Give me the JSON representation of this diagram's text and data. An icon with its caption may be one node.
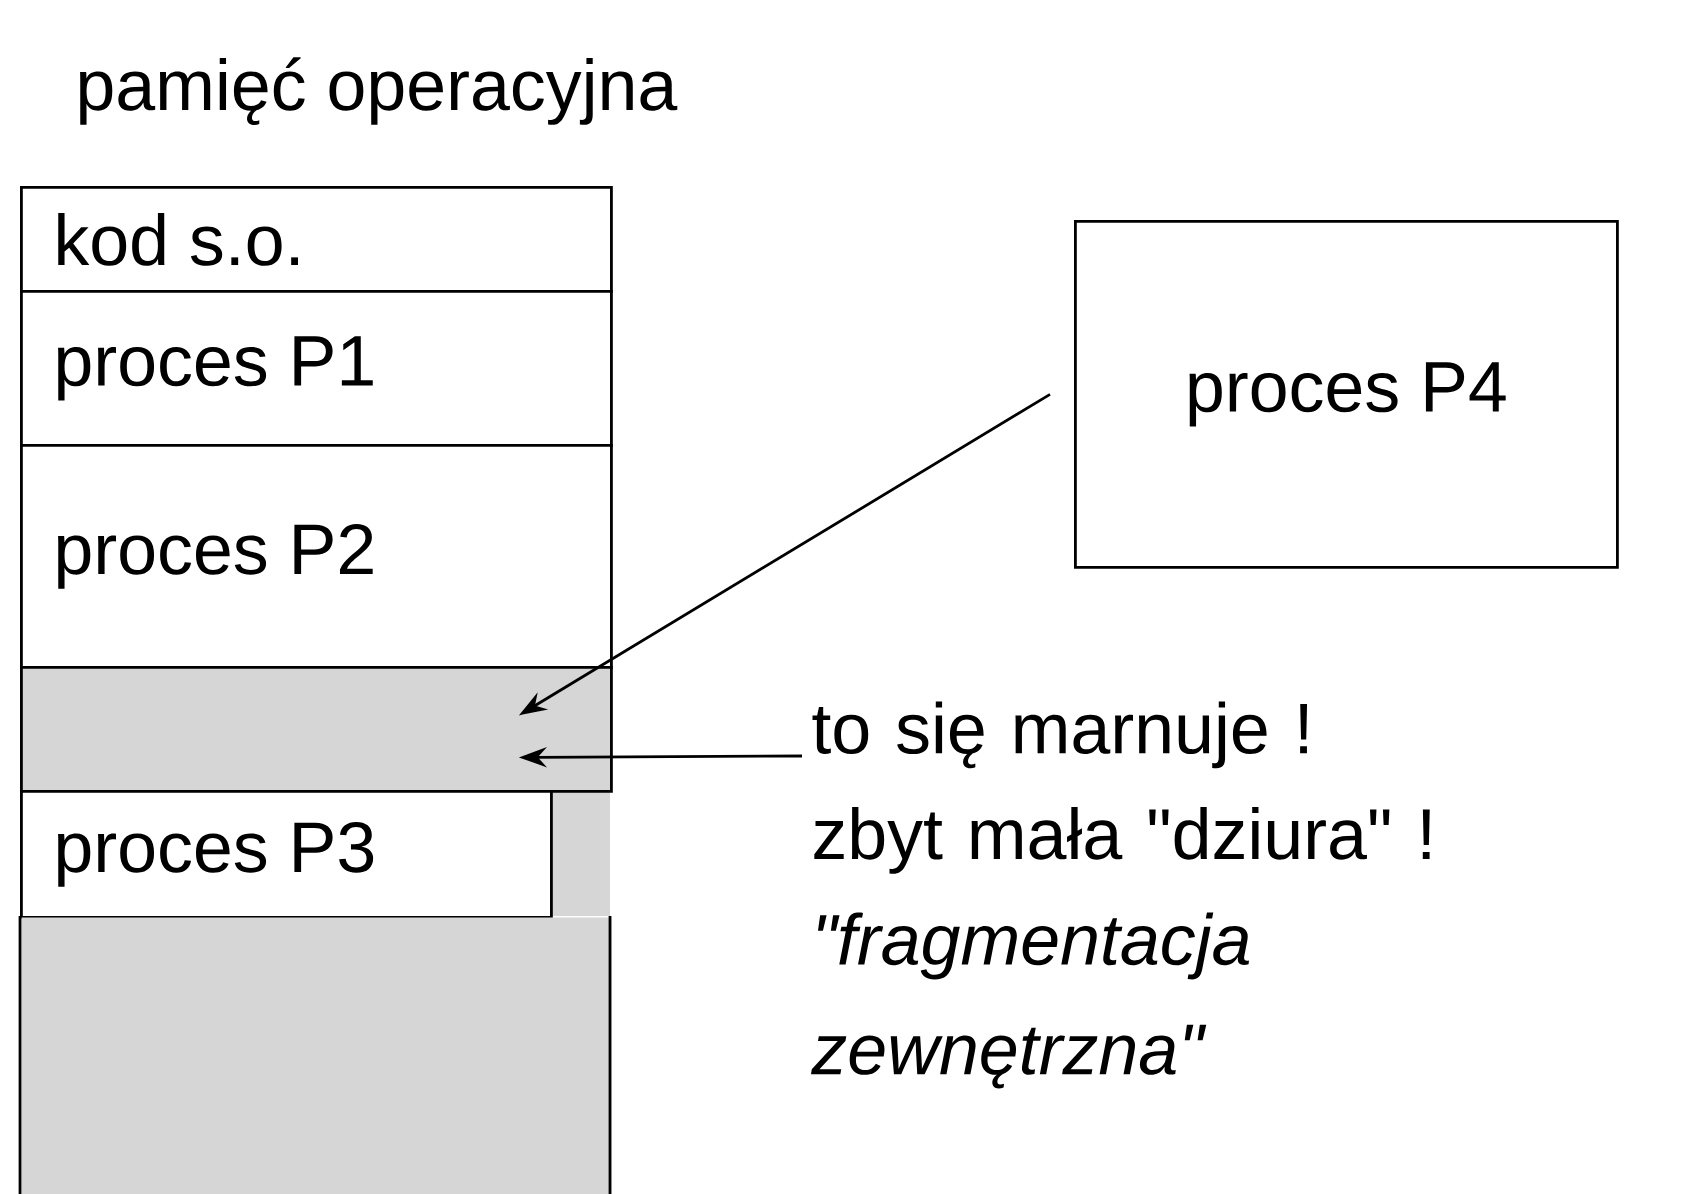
{
  "diagram": {
    "title": "pamięć operacyjna",
    "nodes": [
      {
        "text": [
          "kod s.o."
        ]
      },
      {
        "text": [
          "proces P1"
        ]
      },
      {
        "text": [
          "proces P2"
        ]
      },
      {
        "text": [],
        "shape": "box"
      },
      {
        "text": [
          "proces P3"
        ]
      },
      {
        "text": [],
        "shape": "box"
      },
      {
        "text": [
          "proces P4"
        ]
      },
      {
        "text": [
          "to się marnuje !",
          "zbyt mała \"dziura\" !",
          "\"fragmentacja zewnętrzna\""
        ]
      }
    ],
    "edges": [
      {
        "from": 6,
        "to": 3,
        "arrow": "to"
      },
      {
        "from": 7,
        "to": 3,
        "arrow": "to"
      }
    ]
  }
}
